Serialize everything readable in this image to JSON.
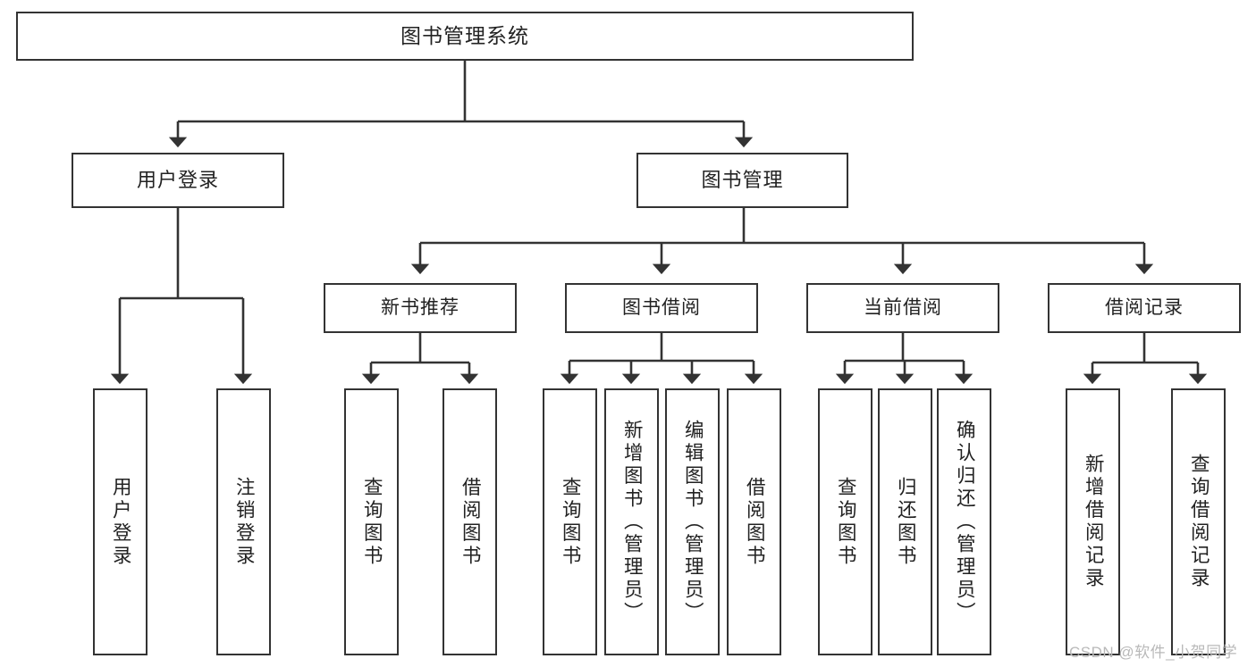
{
  "diagram": {
    "title": "图书管理系统",
    "type": "tree",
    "watermark": "CSDN @软件_小贺同学",
    "colors": {
      "box_border": "#333333",
      "box_fill": "#ffffff",
      "edge": "#333333",
      "text": "#222222",
      "watermark": "#b9b9b9"
    },
    "nodes": {
      "root": {
        "label": "图书管理系统"
      },
      "level1": [
        {
          "id": "user-login",
          "label": "用户登录"
        },
        {
          "id": "book-manage",
          "label": "图书管理"
        }
      ],
      "level2": [
        {
          "id": "new-book-rec",
          "label": "新书推荐"
        },
        {
          "id": "book-borrow",
          "label": "图书借阅"
        },
        {
          "id": "current-borrow",
          "label": "当前借阅"
        },
        {
          "id": "borrow-record",
          "label": "借阅记录"
        }
      ],
      "leaves": {
        "user-login": [
          {
            "id": "leaf-user-login",
            "label": "用户登录"
          },
          {
            "id": "leaf-logout-login",
            "label": "注销登录"
          }
        ],
        "new-book-rec": [
          {
            "id": "leaf-query-book-1",
            "label": "查询图书"
          },
          {
            "id": "leaf-borrow-book-1",
            "label": "借阅图书"
          }
        ],
        "book-borrow": [
          {
            "id": "leaf-query-book-2",
            "label": "查询图书"
          },
          {
            "id": "leaf-add-book",
            "label": "新增图书（管理员）"
          },
          {
            "id": "leaf-edit-book",
            "label": "编辑图书（管理员）"
          },
          {
            "id": "leaf-borrow-book-2",
            "label": "借阅图书"
          }
        ],
        "current-borrow": [
          {
            "id": "leaf-query-book-3",
            "label": "查询图书"
          },
          {
            "id": "leaf-return-book",
            "label": "归还图书"
          },
          {
            "id": "leaf-confirm-return",
            "label": "确认归还（管理员）"
          }
        ],
        "borrow-record": [
          {
            "id": "leaf-add-record",
            "label": "新增借阅记录"
          },
          {
            "id": "leaf-query-record",
            "label": "查询借阅记录"
          }
        ]
      }
    }
  }
}
